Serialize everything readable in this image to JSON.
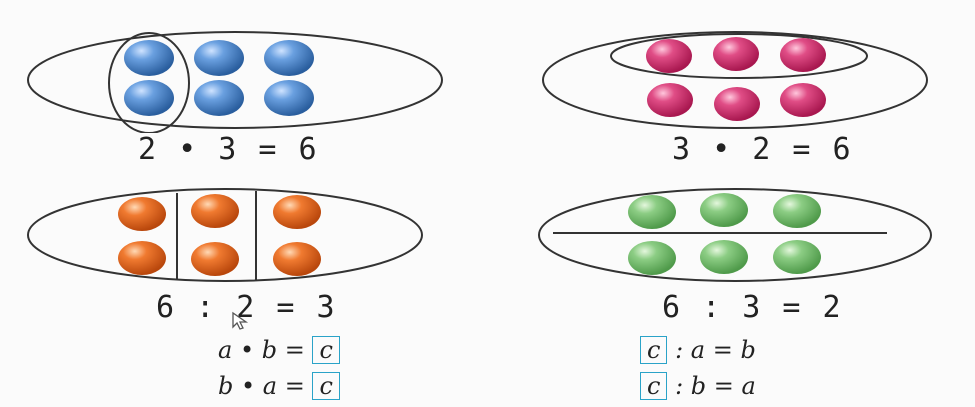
{
  "colors": {
    "blue": "#4a82c8",
    "pink": "#d63c78",
    "orange": "#ec6a23",
    "green": "#7ec27a",
    "outline": "#333333",
    "box_border": "#2aa3c8"
  },
  "panels": [
    {
      "id": "blue",
      "equation": "2 • 3 = 6",
      "balls": 6,
      "rows": 2,
      "cols": 3,
      "grouping": "column-loop"
    },
    {
      "id": "pink",
      "equation": "3 • 2 = 6",
      "balls": 6,
      "rows": 2,
      "cols": 3,
      "grouping": "row-loop"
    },
    {
      "id": "orange",
      "equation": "6 : 2 = 3",
      "balls": 6,
      "rows": 2,
      "cols": 3,
      "grouping": "vertical-dividers"
    },
    {
      "id": "green",
      "equation": "6 : 3 = 2",
      "balls": 6,
      "rows": 2,
      "cols": 3,
      "grouping": "horizontal-divider"
    }
  ],
  "formulas": {
    "left": [
      {
        "pre": "a • b = ",
        "box": "c",
        "post": ""
      },
      {
        "pre": "b • a = ",
        "box": "c",
        "post": ""
      }
    ],
    "right": [
      {
        "pre": "",
        "box": "c",
        "post": " : a = b"
      },
      {
        "pre": "",
        "box": "c",
        "post": " : b = a"
      }
    ]
  }
}
